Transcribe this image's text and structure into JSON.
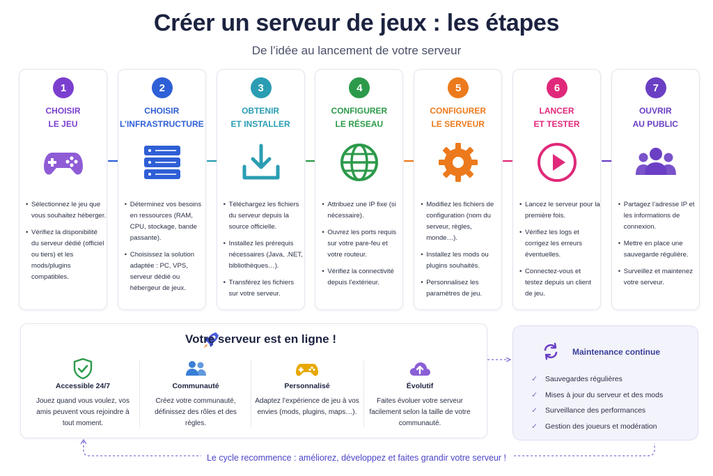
{
  "header": {
    "title": "Créer un serveur de jeux : les étapes",
    "subtitle": "De l’idée au lancement de votre serveur"
  },
  "steps": [
    {
      "number": "1",
      "title_line1": "CHOISIR",
      "title_line2": "LE JEU",
      "color": "#7b3fcf",
      "icon": "gamepad-icon",
      "bullets": [
        "Sélectionnez le jeu que vous souhaitez héberger.",
        "Vérifiez la disponibilité du serveur dédié (officiel ou tiers) et les mods/plugins compatibles."
      ]
    },
    {
      "number": "2",
      "title_line1": "CHOISIR",
      "title_line2": "L’INFRASTRUCTURE",
      "color": "#2f5fd6",
      "icon": "server-rack-icon",
      "bullets": [
        "Déterminez vos besoins en ressources (RAM, CPU, stockage, bande passante).",
        "Choisissez la solution adaptée : PC, VPS, serveur dédié ou hébergeur de jeux."
      ]
    },
    {
      "number": "3",
      "title_line1": "OBTENIR",
      "title_line2": "ET INSTALLER",
      "color": "#2a9db3",
      "icon": "download-icon",
      "bullets": [
        "Téléchargez les fichiers du serveur depuis la source officielle.",
        "Installez les prérequis nécessaires (Java, .NET, bibliothèques…).",
        "Transférez les fichiers sur votre serveur."
      ]
    },
    {
      "number": "4",
      "title_line1": "CONFIGURER",
      "title_line2": "LE RÉSEAU",
      "color": "#2c9a4a",
      "icon": "globe-icon",
      "bullets": [
        "Attribuez une IP fixe (si nécessaire).",
        "Ouvrez les ports requis sur votre pare-feu et votre routeur.",
        "Vérifiez la connectivité depuis l’extérieur."
      ]
    },
    {
      "number": "5",
      "title_line1": "CONFIGURER",
      "title_line2": "LE SERVEUR",
      "color": "#ec7a1c",
      "icon": "gear-icon",
      "bullets": [
        "Modifiez les fichiers de configuration (nom du serveur, règles, monde…).",
        "Installez les mods ou plugins souhaités.",
        "Personnalisez les paramètres de jeu."
      ]
    },
    {
      "number": "6",
      "title_line1": "LANCER",
      "title_line2": "ET TESTER",
      "color": "#e0297a",
      "icon": "play-icon",
      "bullets": [
        "Lancez le serveur pour la première fois.",
        "Vérifiez les logs et corrigez les erreurs éventuelles.",
        "Connectez-vous et testez depuis un client de jeu."
      ]
    },
    {
      "number": "7",
      "title_line1": "OUVRIR",
      "title_line2": "AU PUBLIC",
      "color": "#6b3fc4",
      "icon": "users-icon",
      "bullets": [
        "Partagez l’adresse IP et les informations de connexion.",
        "Mettre en place une sauvegarde régulière.",
        "Surveillez et maintenez votre serveur."
      ]
    }
  ],
  "online": {
    "title": "Votre serveur est en ligne !",
    "features": [
      {
        "name": "Accessible 24/7",
        "desc": "Jouez quand vous voulez, vos amis peuvent vous rejoindre à tout moment.",
        "icon": "shield-check-icon",
        "color": "#2c9a4a"
      },
      {
        "name": "Communauté",
        "desc": "Créez votre communauté, définissez des rôles et des règles.",
        "icon": "community-icon",
        "color": "#3a7fd6"
      },
      {
        "name": "Personnalisé",
        "desc": "Adaptez l’expérience de jeu à vos envies (mods, plugins, maps…).",
        "icon": "controller-icon",
        "color": "#e8a800"
      },
      {
        "name": "Évolutif",
        "desc": "Faites évoluer votre serveur facilement selon la taille de votre communauté.",
        "icon": "cloud-upload-icon",
        "color": "#8a5fd6"
      }
    ]
  },
  "maintenance": {
    "title": "Maintenance continue",
    "items": [
      "Sauvegardes régulières",
      "Mises à jour du serveur et des mods",
      "Surveillance des performances",
      "Gestion des joueurs et modération"
    ]
  },
  "cycle_text": "Le cycle recommence : améliorez, développez et faites grandir votre serveur !"
}
